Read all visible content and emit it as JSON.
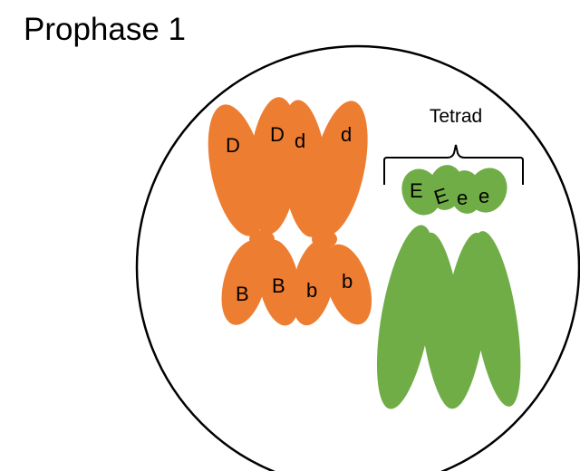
{
  "title": "Prophase 1",
  "bracket_label": "Tetrad",
  "colors": {
    "orange_chromosome": "#ED7D31",
    "green_chromosome": "#70AD47",
    "cell_outline": "#000000"
  },
  "orange_tetrad": {
    "top_labels": [
      "D",
      "D",
      "d",
      "d"
    ],
    "bottom_labels": [
      "B",
      "B",
      "b",
      "b"
    ]
  },
  "green_tetrad": {
    "top_labels": [
      "E",
      "E",
      "e",
      "e"
    ]
  }
}
